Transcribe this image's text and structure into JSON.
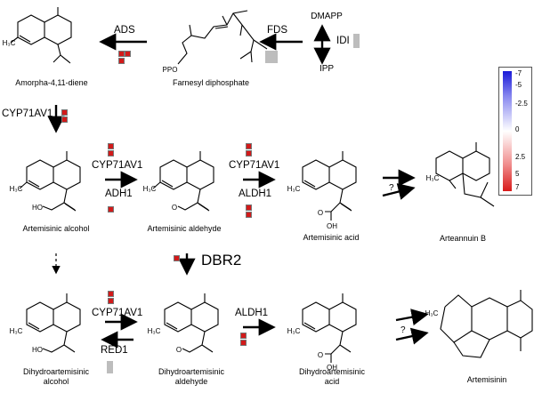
{
  "compounds": {
    "amorphadiene": "Amorpha-4,11-diene",
    "fpp": "Farnesyl diphosphate",
    "dmapp": "DMAPP",
    "ipp": "IPP",
    "art_alcohol": "Artemisinic alcohol",
    "art_aldehyde": "Artemisinic aldehyde",
    "art_acid": "Artemisinic acid",
    "arteannuin_b": "Arteannuin B",
    "dh_alcohol_1": "Dihydroartemisinic",
    "dh_alcohol_2": "alcohol",
    "dh_aldehyde_1": "Dihydroartemisinic",
    "dh_aldehyde_2": "aldehyde",
    "dh_acid_1": "Dihydroartemisinic",
    "dh_acid_2": "acid",
    "artemisinin": "Artemisinin"
  },
  "enzymes": {
    "ads": "ADS",
    "fds": "FDS",
    "idi": "IDI",
    "cyp_top": "CYP71AV1",
    "cyp_r1": "CYP71AV1",
    "adh1": "ADH1",
    "cyp_r2": "CYP71AV1",
    "aldh1_r1": "ALDH1",
    "dbr2": "DBR2",
    "cyp_r3": "CYP71AV1",
    "red1": "RED1",
    "aldh1_r3": "ALDH1"
  },
  "atoms": {
    "h3c": "H₃C",
    "ppo": "PPO",
    "ho": "HO",
    "oh": "OH",
    "o": "O"
  },
  "unknown_step": "?",
  "legend": {
    "ticks": [
      "-7",
      "-5",
      "-2.5",
      "0",
      "2.5",
      "5",
      "7"
    ],
    "neg_color": "#1a1ad8",
    "pos_color": "#d81a1a",
    "mid_color": "#ffffff"
  },
  "colors": {
    "up": "#d21a1a",
    "none": "#bdbdbd"
  }
}
